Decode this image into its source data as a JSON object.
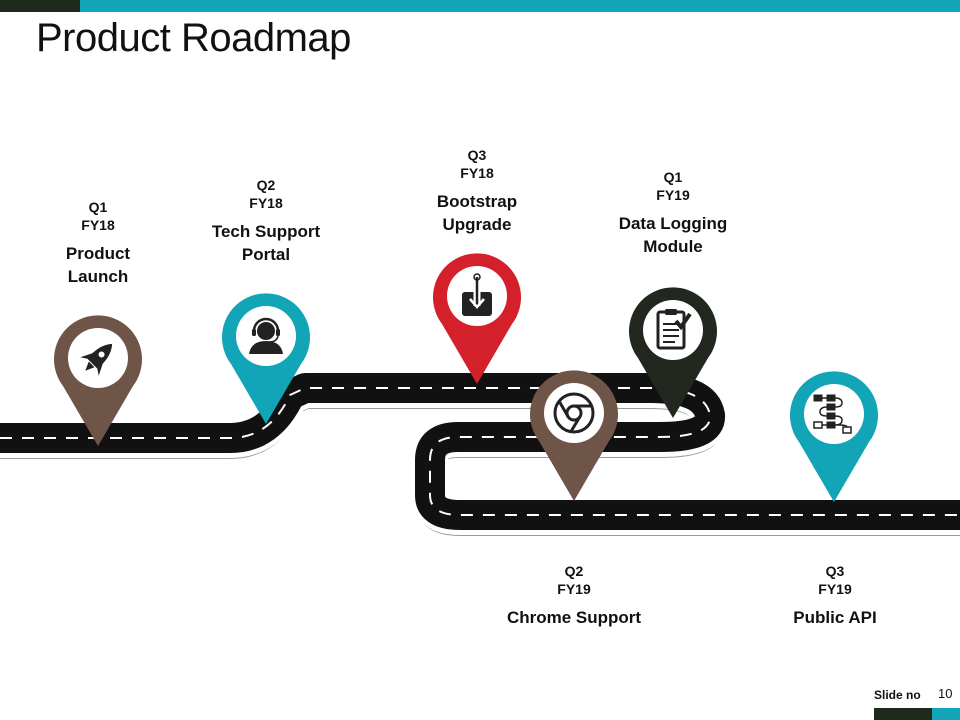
{
  "title": "Product Roadmap",
  "colors": {
    "brown": "#6f5548",
    "teal": "#12a5b8",
    "red": "#d3202a",
    "dark": "#22281f",
    "road": "#111111"
  },
  "milestones": [
    {
      "quarter": "Q1",
      "fy": "FY18",
      "name_line1": "Product",
      "name_line2": "Launch",
      "icon": "rocket-icon",
      "color": "brown"
    },
    {
      "quarter": "Q2",
      "fy": "FY18",
      "name_line1": "Tech Support",
      "name_line2": "Portal",
      "icon": "headset-agent-icon",
      "color": "teal"
    },
    {
      "quarter": "Q3",
      "fy": "FY18",
      "name_line1": "Bootstrap",
      "name_line2": "Upgrade",
      "icon": "download-box-icon",
      "color": "red"
    },
    {
      "quarter": "Q1",
      "fy": "FY19",
      "name_line1": "Data Logging",
      "name_line2": "Module",
      "icon": "clipboard-check-icon",
      "color": "dark"
    },
    {
      "quarter": "Q2",
      "fy": "FY19",
      "name_line1": "Chrome Support",
      "name_line2": "",
      "icon": "chrome-icon",
      "color": "brown"
    },
    {
      "quarter": "Q3",
      "fy": "FY19",
      "name_line1": "Public API",
      "name_line2": "",
      "icon": "flow-diagram-icon",
      "color": "teal"
    }
  ],
  "footer": {
    "label": "Slide no",
    "number": "10"
  }
}
